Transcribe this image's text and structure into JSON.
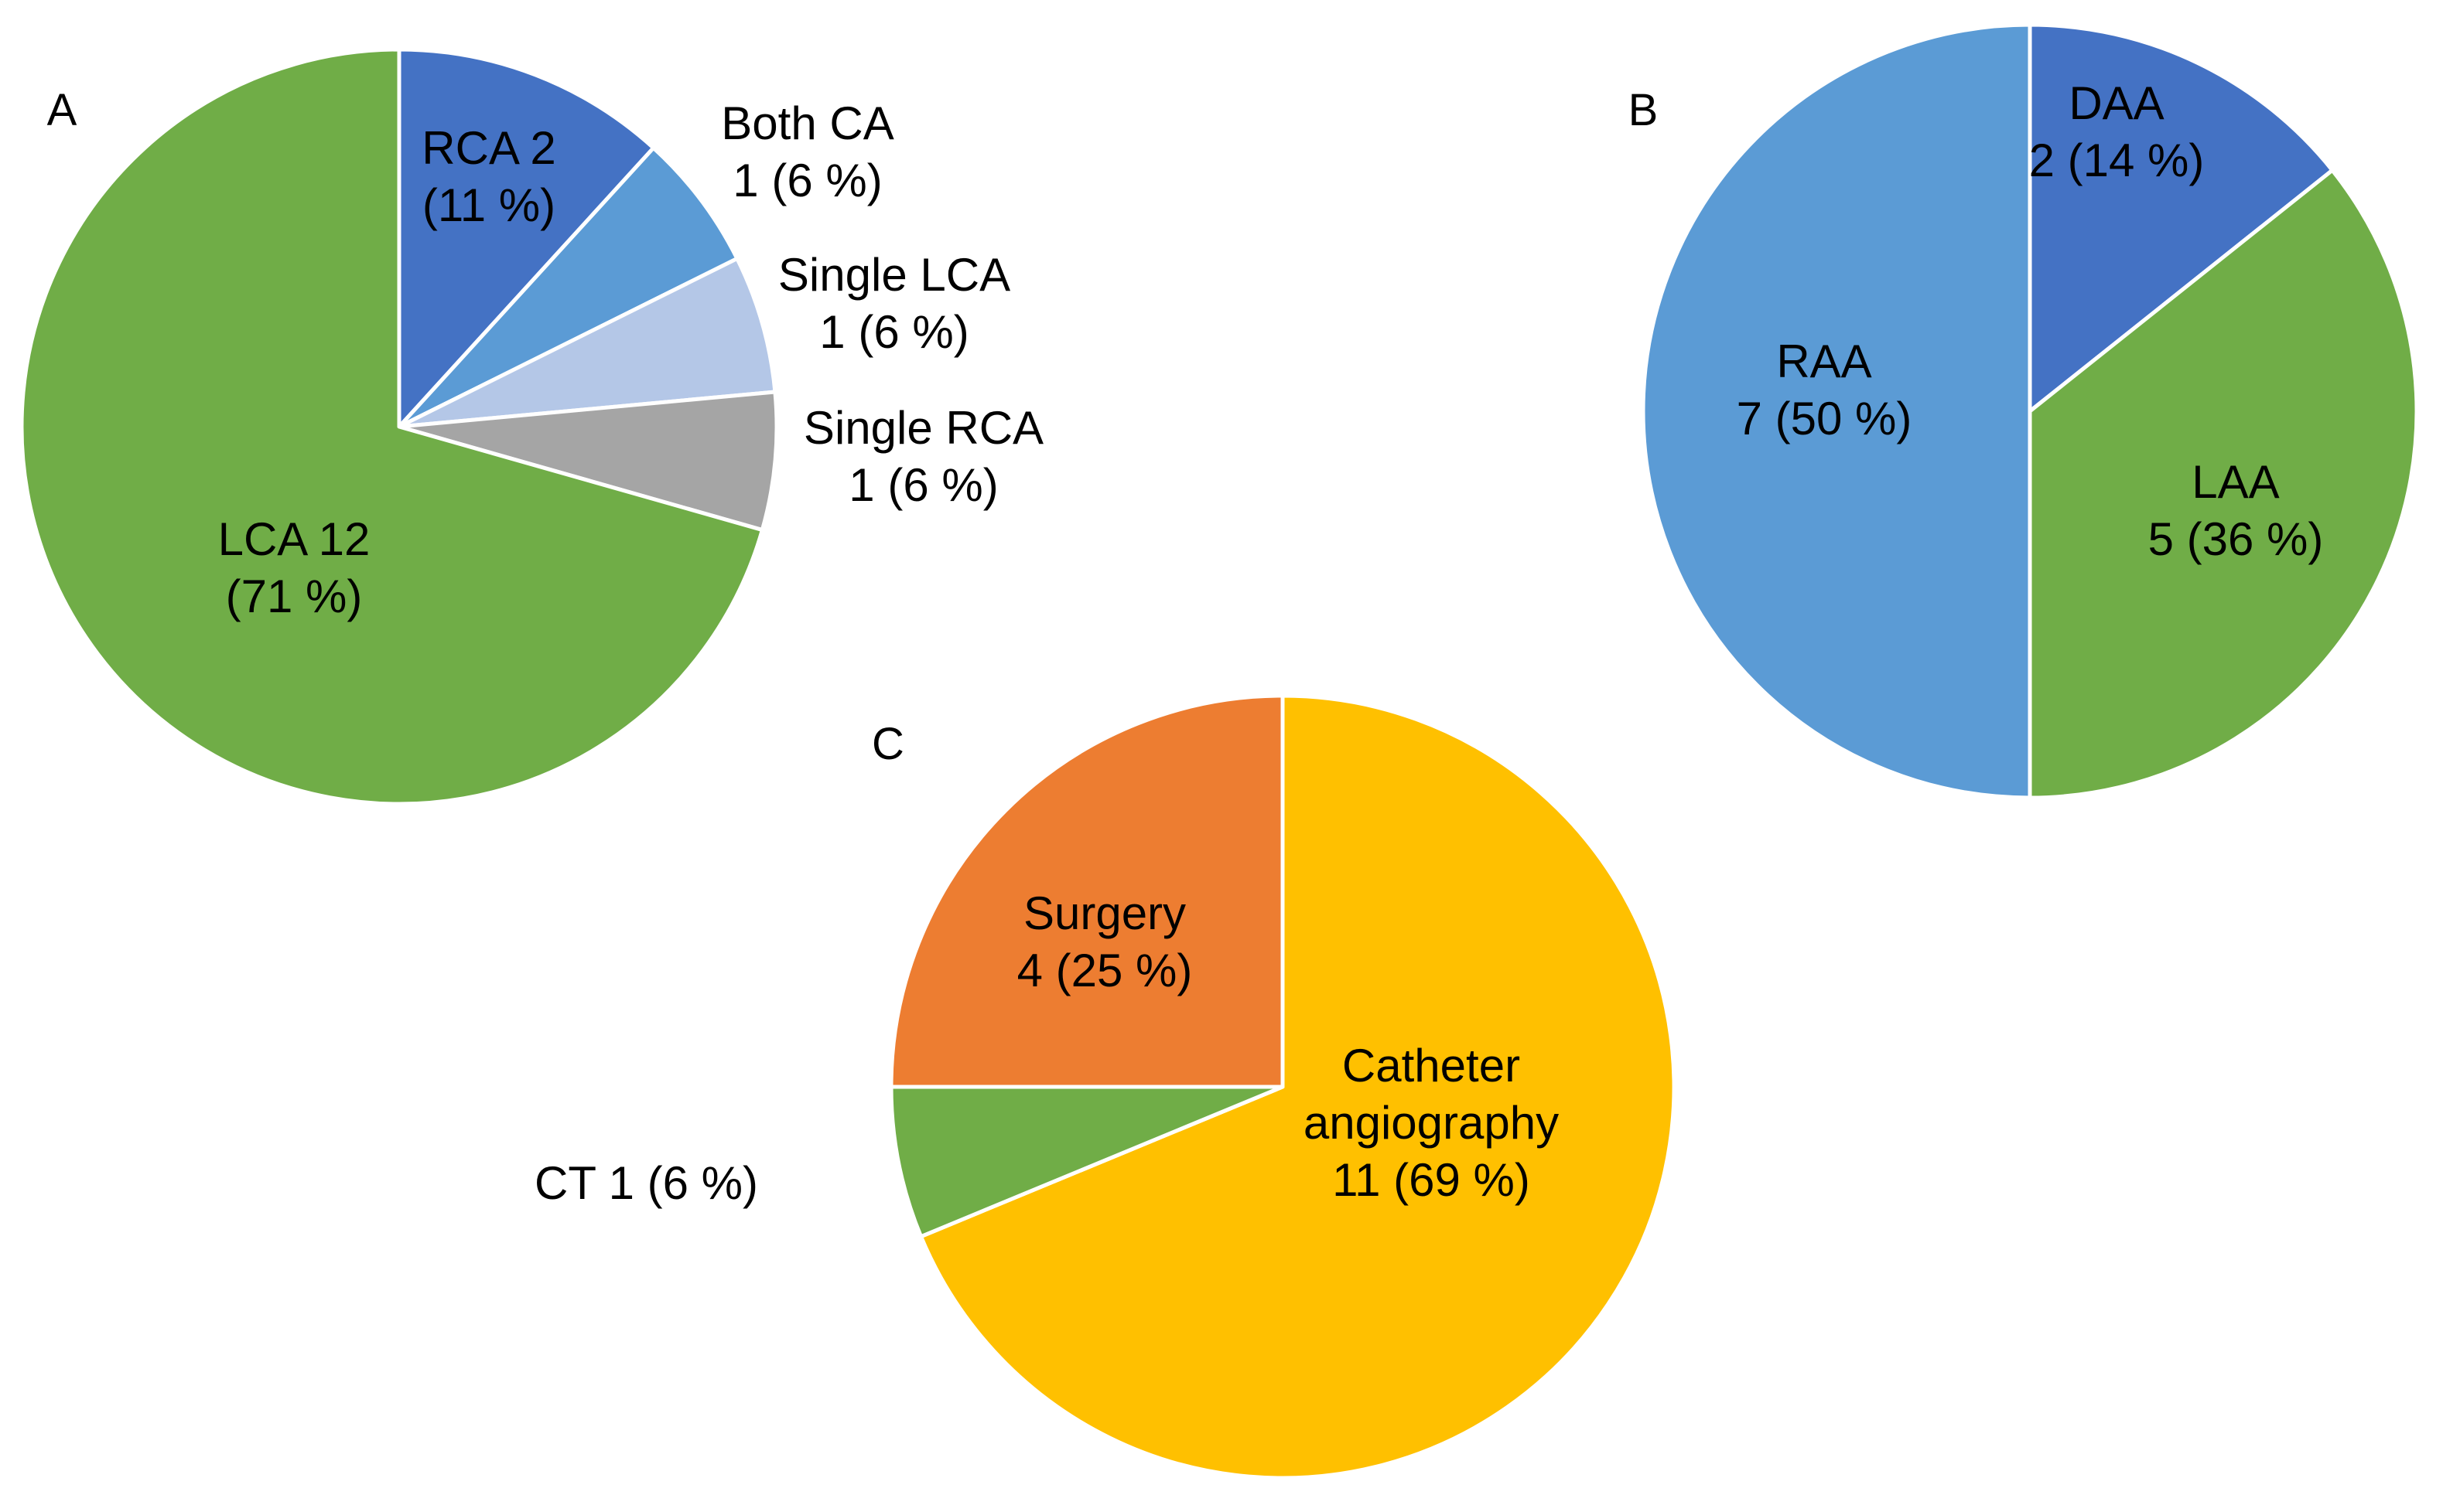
{
  "chart_data": [
    {
      "type": "pie",
      "panel": "A",
      "start": "top",
      "direction": "clockwise",
      "slices": [
        {
          "label": "RCA",
          "value": 2,
          "percent": "11 %",
          "color": "#4472C4",
          "text": [
            "RCA 2",
            "(11 %)"
          ]
        },
        {
          "label": "Both CA",
          "value": 1,
          "percent": "6 %",
          "color": "#5B9BD5",
          "text": [
            "Both CA",
            "1 (6 %)"
          ]
        },
        {
          "label": "Single LCA",
          "value": 1,
          "percent": "6 %",
          "color": "#B4C7E7",
          "text": [
            "Single LCA",
            "1 (6 %)"
          ]
        },
        {
          "label": "Single RCA",
          "value": 1,
          "percent": "6 %",
          "color": "#A5A5A5",
          "text": [
            "Single RCA",
            "1 (6 %)"
          ]
        },
        {
          "label": "LCA",
          "value": 12,
          "percent": "71 %",
          "color": "#70AD47",
          "text": [
            "LCA 12",
            "(71 %)"
          ]
        }
      ]
    },
    {
      "type": "pie",
      "panel": "B",
      "start": "top",
      "direction": "clockwise",
      "slices": [
        {
          "label": "DAA",
          "value": 2,
          "percent": "14 %",
          "color": "#4472C4",
          "text": [
            "DAA",
            "2 (14 %)"
          ]
        },
        {
          "label": "LAA",
          "value": 5,
          "percent": "36 %",
          "color": "#70AD47",
          "text": [
            "LAA",
            "5 (36 %)"
          ]
        },
        {
          "label": "RAA",
          "value": 7,
          "percent": "50 %",
          "color": "#5B9BD5",
          "text": [
            "RAA",
            "7 (50 %)"
          ]
        }
      ]
    },
    {
      "type": "pie",
      "panel": "C",
      "start": "top",
      "direction": "clockwise",
      "slices": [
        {
          "label": "Catheter angiography",
          "value": 11,
          "percent": "69 %",
          "color": "#FFC000",
          "text": [
            "Catheter",
            "angiography",
            "11 (69 %)"
          ]
        },
        {
          "label": "CT",
          "value": 1,
          "percent": "6 %",
          "color": "#70AD47",
          "text": [
            "CT 1 (6 %)"
          ]
        },
        {
          "label": "Surgery",
          "value": 4,
          "percent": "25 %",
          "color": "#ED7D31",
          "text": [
            "Surgery",
            "4 (25 %)"
          ]
        }
      ]
    }
  ]
}
